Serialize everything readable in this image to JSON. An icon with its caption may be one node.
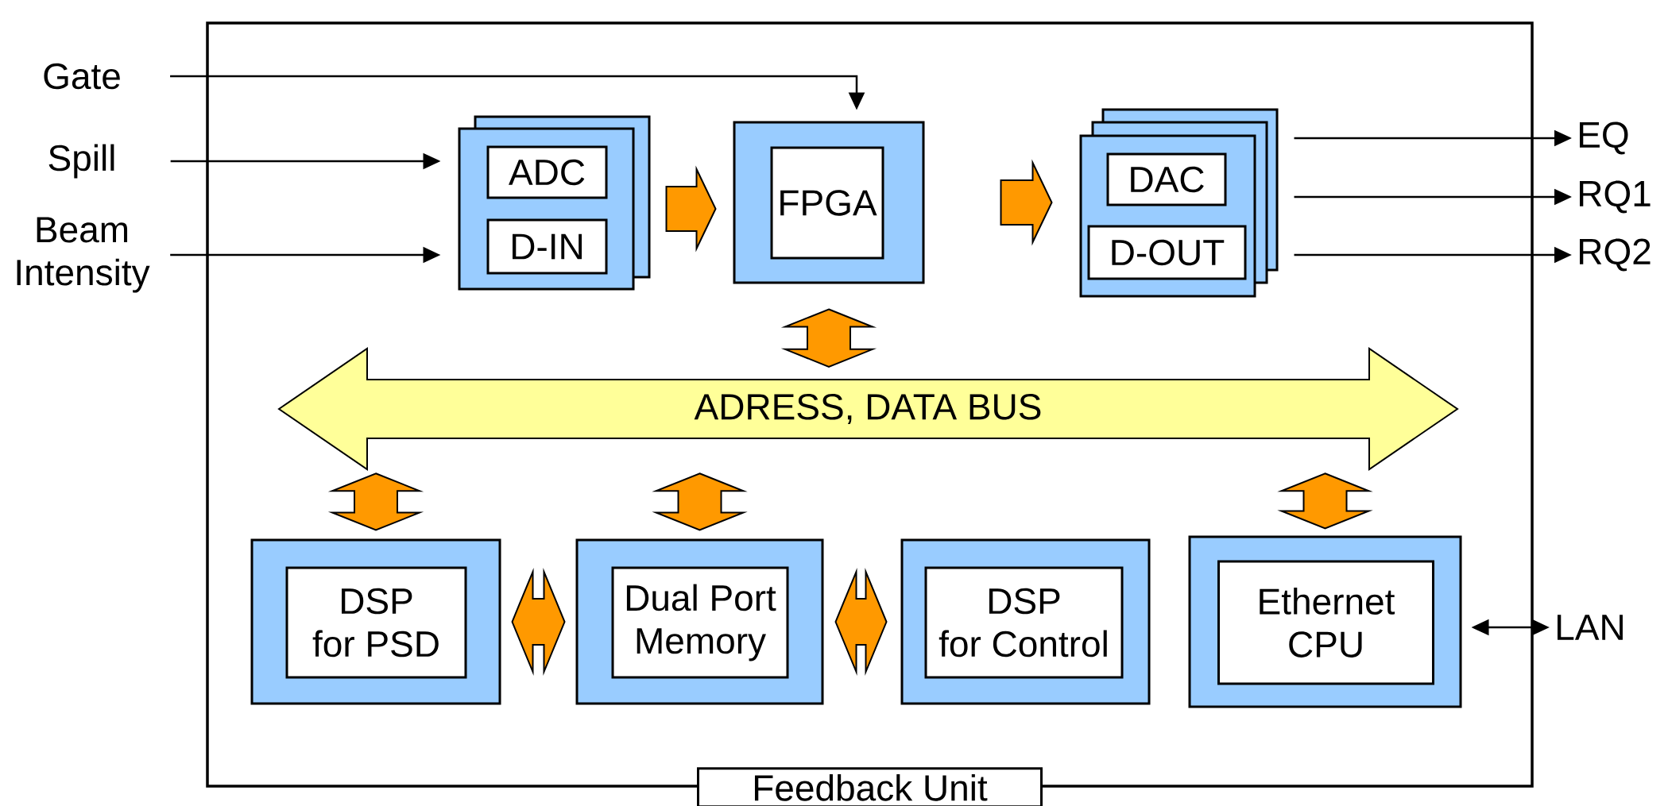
{
  "diagram": {
    "nodes": [
      {
        "text": [
          "Feedback Unit"
        ]
      },
      {
        "text": [
          "Gate"
        ]
      },
      {
        "text": [
          "Spill"
        ]
      },
      {
        "text": [
          "Beam Intensity"
        ]
      },
      {
        "text": [],
        "shape": "box",
        "in": 0
      },
      {
        "text": [
          "ADC"
        ],
        "in": 4
      },
      {
        "text": [
          "D-IN"
        ],
        "in": 4
      },
      {
        "text": [],
        "shape": "box",
        "in": 0
      },
      {
        "text": [
          "FPGA"
        ],
        "in": 7
      },
      {
        "text": [],
        "shape": "box",
        "in": 0
      },
      {
        "text": [
          "DAC"
        ],
        "in": 9
      },
      {
        "text": [
          "D-OUT"
        ],
        "in": 9
      },
      {
        "text": [
          "EQ"
        ]
      },
      {
        "text": [
          "RQ1"
        ]
      },
      {
        "text": [
          "RQ2"
        ]
      },
      {
        "text": [
          "ADRESS, DATA BUS"
        ],
        "in": 0
      },
      {
        "text": [],
        "shape": "box",
        "in": 0
      },
      {
        "text": [
          "DSP for PSD"
        ],
        "in": 16
      },
      {
        "text": [],
        "shape": "box",
        "in": 0
      },
      {
        "text": [
          "Dual Port Memory"
        ],
        "in": 18
      },
      {
        "text": [],
        "shape": "box",
        "in": 0
      },
      {
        "text": [
          "DSP for Control"
        ],
        "in": 20
      },
      {
        "text": [],
        "shape": "box",
        "in": 0
      },
      {
        "text": [
          "Ethernet CPU"
        ],
        "in": 22
      },
      {
        "text": [
          "LAN"
        ]
      }
    ],
    "edges": [
      {
        "from": 1,
        "to": 7,
        "arrow": "to"
      },
      {
        "from": 2,
        "to": 4,
        "arrow": "to"
      },
      {
        "from": 3,
        "to": 4,
        "arrow": "to"
      },
      {
        "from": 4,
        "to": 7,
        "arrow": "to",
        "style": "thick",
        "color": "#ff9900"
      },
      {
        "from": 7,
        "to": 9,
        "arrow": "to",
        "style": "thick",
        "color": "#ff9900"
      },
      {
        "from": 9,
        "to": 12,
        "arrow": "to"
      },
      {
        "from": 9,
        "to": 13,
        "arrow": "to"
      },
      {
        "from": 9,
        "to": 14,
        "arrow": "to"
      },
      {
        "from": 7,
        "to": 15,
        "arrow": "both",
        "style": "thick",
        "color": "#ff9900"
      },
      {
        "from": 15,
        "to": 16,
        "arrow": "both",
        "style": "thick",
        "color": "#ff9900"
      },
      {
        "from": 15,
        "to": 18,
        "arrow": "both",
        "style": "thick",
        "color": "#ff9900"
      },
      {
        "from": 15,
        "to": 22,
        "arrow": "both",
        "style": "thick",
        "color": "#ff9900"
      },
      {
        "from": 16,
        "to": 18,
        "arrow": "both",
        "style": "thick",
        "color": "#ff9900"
      },
      {
        "from": 18,
        "to": 20,
        "arrow": "both",
        "style": "thick",
        "color": "#ff9900"
      },
      {
        "from": 22,
        "to": 24,
        "arrow": "both"
      }
    ]
  }
}
